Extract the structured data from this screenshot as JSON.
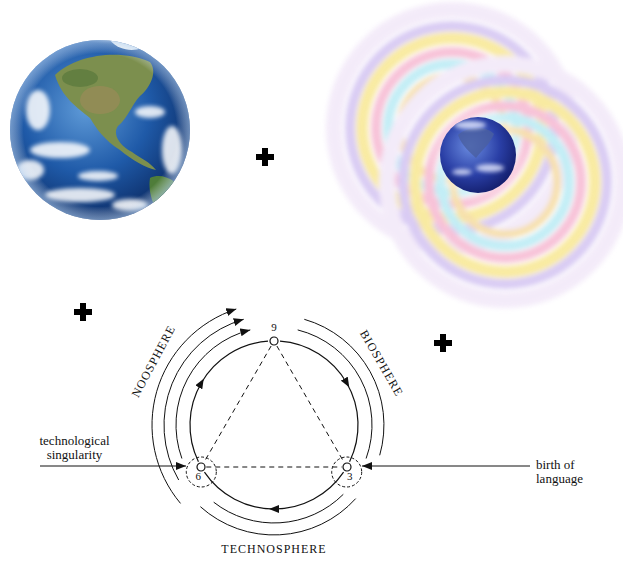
{
  "diagram": {
    "nodes": [
      {
        "text": [
          "9"
        ]
      },
      {
        "text": [
          "6"
        ]
      },
      {
        "text": [
          "3"
        ]
      }
    ],
    "edges": [
      {
        "from": 0,
        "to": 2,
        "arrow": "to"
      },
      {
        "from": 2,
        "to": 1,
        "arrow": "to"
      },
      {
        "from": 1,
        "to": 0,
        "arrow": "to"
      },
      {
        "from": 0,
        "to": 1,
        "arrow": "none"
      },
      {
        "from": 0,
        "to": 2,
        "arrow": "none"
      },
      {
        "from": 1,
        "to": 2,
        "arrow": "none"
      }
    ],
    "labels": [
      "NOOSPHERE",
      "BIOSPHERE",
      "TECHNOSPHERE",
      "technological singularity",
      "birth of language"
    ]
  }
}
